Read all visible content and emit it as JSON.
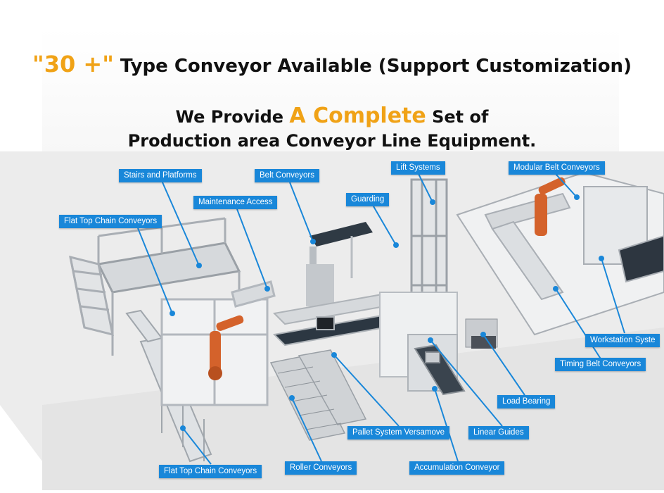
{
  "header": {
    "line1_highlight": "\"30 +\"",
    "line1_text": " Type Conveyor Available (Support Customization)",
    "line2_pre": "We Provide ",
    "line2_highlight": "A Complete",
    "line2_post": " Set of",
    "line3": "Production area Conveyor Line Equipment."
  },
  "colors": {
    "accent": "#f0a216",
    "label_bg": "#1987d9",
    "frame": "#b7bcc2",
    "floor": "#ececec"
  },
  "labels": [
    {
      "text": "Stairs and Platforms"
    },
    {
      "text": "Belt Conveyors"
    },
    {
      "text": "Lift Systems"
    },
    {
      "text": "Modular Belt Conveyors"
    },
    {
      "text": "Maintenance Access"
    },
    {
      "text": "Guarding"
    },
    {
      "text": "Flat Top Chain Conveyors"
    },
    {
      "text": "Workstation Syste"
    },
    {
      "text": "Timing Belt Conveyors"
    },
    {
      "text": "Load Bearing"
    },
    {
      "text": "Pallet System Versamove"
    },
    {
      "text": "Linear Guides"
    },
    {
      "text": "Flat Top Chain Conveyors"
    },
    {
      "text": "Roller Conveyors"
    },
    {
      "text": "Accumulation Conveyor"
    }
  ]
}
